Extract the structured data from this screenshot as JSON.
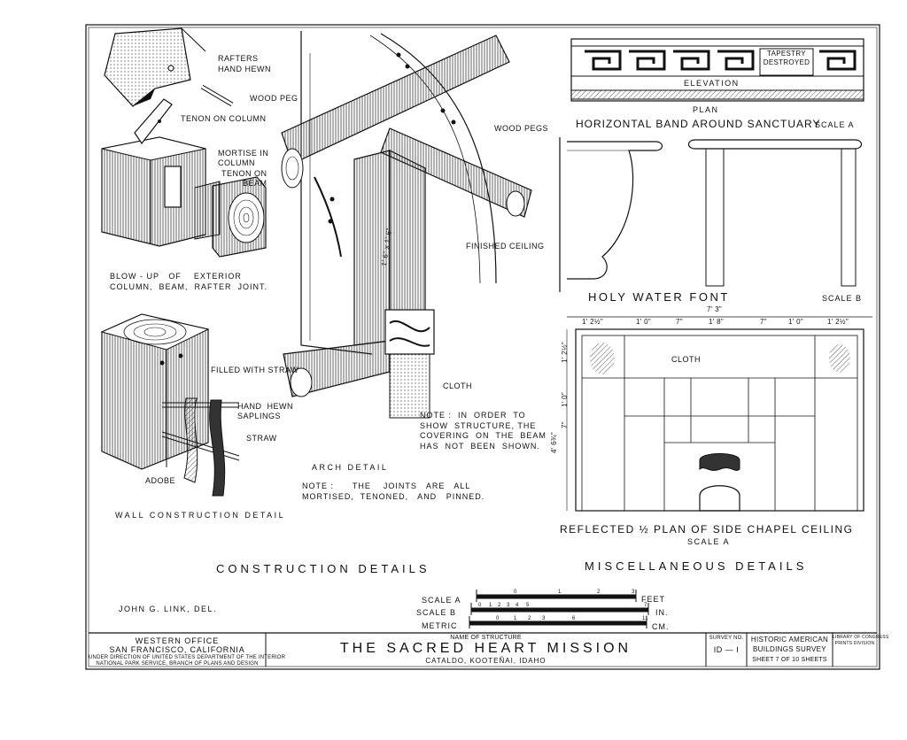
{
  "labels": {
    "rafters": "RAFTERS",
    "hand_hewn_1": "HAND    HEWN",
    "wood_peg": "WOOD  PEG",
    "tenon_on_column": "TENON ON COLUMN",
    "mortise_in_column": "MORTISE IN\nCOLUMN",
    "tenon_on_beam": "TENON ON\nBEAM",
    "wood_pegs": "WOOD PEGS",
    "finished_ceiling": "FINISHED CEILING",
    "dimension_1_6": "1' 6\" x 1' 6\"",
    "blowup_caption": "BLOW - UP   OF    EXTERIOR\nCOLUMN,  BEAM,  RAFTER  JOINT.",
    "filled_with_straw": "FILLED WITH STRAW",
    "hand_hewn_saplings": "HAND  HEWN\nSAPLINGS",
    "straw": "STRAW",
    "adobe": "ADOBE",
    "wall_construction_detail": "WALL   CONSTRUCTION   DETAIL",
    "cloth_1": "CLOTH",
    "note_structure": "NOTE :  IN  ORDER  TO\nSHOW  STRUCTURE, THE\nCOVERING  ON  THE  BEAM\nHAS  NOT  BEEN  SHOWN.",
    "arch_detail": "ARCH          DETAIL",
    "note_joints": "NOTE :      THE    JOINTS   ARE   ALL\nMORTISED,  TENONED,   AND   PINNED.",
    "tapestry_destroyed": "TAPESTRY\nDESTROYED",
    "elevation": "ELEVATION",
    "plan": "PLAN",
    "horizontal_band": "HORIZONTAL  BAND  AROUND  SANCTUARY",
    "scale_a_1": "SCALE   A",
    "holy_water_font": "HOLY       WATER       FONT",
    "scale_b_1": "SCALE  B",
    "dim_7_3": "7'  3\"",
    "dim_row": [
      "1'  2½\"",
      "1' 0\"",
      "7\"",
      "1'  8\"",
      "7\"",
      "1' 0\"",
      "1'  2½\""
    ],
    "dim_side": [
      "1'  2½\"",
      "1' 0\"",
      "7\"",
      "4'  6¾\""
    ],
    "cloth_2": "CLOTH",
    "reflected_plan": "REFLECTED  ½  PLAN   OF   SIDE   CHAPEL  CEILING",
    "scale_a_2": "SCALE    A",
    "construction_details": "CONSTRUCTION       DETAILS",
    "miscellaneous_details": "MISCELLANEOUS          DETAILS",
    "delineator": "JOHN   G.  LINK,  DEL.",
    "scale_a_label": "SCALE  A",
    "scale_b_label": "SCALE  B",
    "metric_label": "METRIC",
    "scale_a_ticks": [
      "0",
      "1",
      "2",
      "3"
    ],
    "scale_b_ticks": [
      "0",
      "1",
      "2",
      "3",
      "4",
      "5",
      "7"
    ],
    "metric_ticks": [
      "0",
      "1",
      "2",
      "3",
      "6",
      "11"
    ],
    "feet": "FEET",
    "in": "IN.",
    "cm": "CM."
  },
  "title_block": {
    "office": "WESTERN    OFFICE",
    "city": "SAN  FRANCISCO,   CALIFORNIA",
    "direction": "UNDER DIRECTION OF UNITED STATES DEPARTMENT OF THE INTERIOR",
    "service": "NATIONAL PARK SERVICE, BRANCH OF PLANS AND DESIGN",
    "name_of_structure_label": "NAME OF STRUCTURE",
    "structure_name": "THE    SACRED    HEART    MISSION",
    "location": "CATALDO,    KOOTEÑAI,    IDAHO",
    "survey_no_label": "SURVEY NO.",
    "survey_no": "ID — I",
    "habs_line1": "HISTORIC  AMERICAN",
    "habs_line2": "BUILDINGS  SURVEY",
    "sheet_line": "SHEET  7   OF  10  SHEETS",
    "loc_line1": "LIBRARY OF CONGRESS",
    "loc_line2": "PRINTS DIVISION"
  }
}
